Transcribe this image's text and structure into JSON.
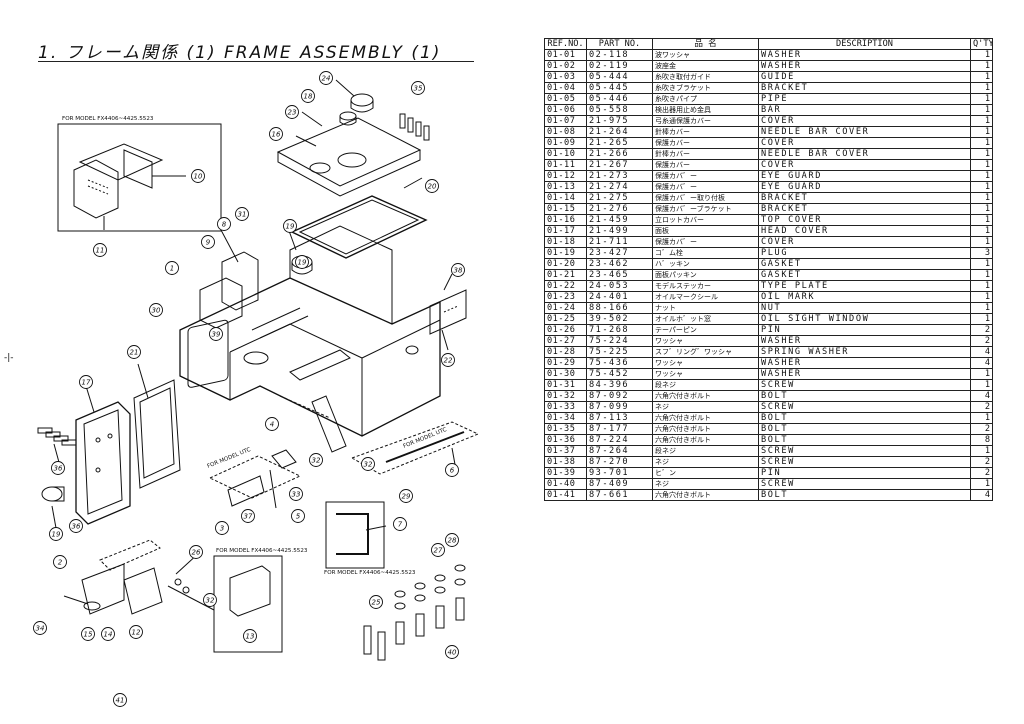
{
  "page": {
    "title": "1. フレーム関係 (1)  FRAME ASSEMBLY (1)",
    "side_mark": "-|-"
  },
  "diagram": {
    "model_labels": {
      "fx_top": "FOR MODEL FX4406~4425.5523",
      "utc_a": "FOR MODEL UTC",
      "utc_b": "FOR MODEL UTC",
      "fx_mid": "FOR MODEL FX4406~4425.5523",
      "fx_bottom": "FOR MODEL FX4406~4425.5523"
    },
    "callouts": [
      {
        "n": "1"
      },
      {
        "n": "2"
      },
      {
        "n": "3"
      },
      {
        "n": "4"
      },
      {
        "n": "5"
      },
      {
        "n": "6"
      },
      {
        "n": "7"
      },
      {
        "n": "8"
      },
      {
        "n": "9"
      },
      {
        "n": "10"
      },
      {
        "n": "11"
      },
      {
        "n": "12"
      },
      {
        "n": "13"
      },
      {
        "n": "14"
      },
      {
        "n": "15"
      },
      {
        "n": "16"
      },
      {
        "n": "17"
      },
      {
        "n": "18"
      },
      {
        "n": "19"
      },
      {
        "n": "19"
      },
      {
        "n": "19"
      },
      {
        "n": "20"
      },
      {
        "n": "21"
      },
      {
        "n": "22"
      },
      {
        "n": "23"
      },
      {
        "n": "24"
      },
      {
        "n": "25"
      },
      {
        "n": "26"
      },
      {
        "n": "27"
      },
      {
        "n": "28"
      },
      {
        "n": "29"
      },
      {
        "n": "30"
      },
      {
        "n": "31"
      },
      {
        "n": "32"
      },
      {
        "n": "32"
      },
      {
        "n": "32"
      },
      {
        "n": "33"
      },
      {
        "n": "34"
      },
      {
        "n": "35"
      },
      {
        "n": "36"
      },
      {
        "n": "36"
      },
      {
        "n": "37"
      },
      {
        "n": "38"
      },
      {
        "n": "39"
      },
      {
        "n": "40"
      },
      {
        "n": "41"
      }
    ]
  },
  "parts_table": {
    "headers": [
      "REF.NO.",
      "PART NO.",
      "品 名",
      "DESCRIPTION",
      "Q'TY"
    ],
    "rows": [
      {
        "ref": "01-01",
        "part": "02-118",
        "jp": "波ワッシャ",
        "desc": "WASHER",
        "qty": "1"
      },
      {
        "ref": "01-02",
        "part": "02-119",
        "jp": "波座金",
        "desc": "WASHER",
        "qty": "1"
      },
      {
        "ref": "01-03",
        "part": "05-444",
        "jp": "糸吹き取付ガイド",
        "desc": "GUIDE",
        "qty": "1"
      },
      {
        "ref": "01-04",
        "part": "05-445",
        "jp": "糸吹きブラケット",
        "desc": "BRACKET",
        "qty": "1"
      },
      {
        "ref": "01-05",
        "part": "05-446",
        "jp": "糸吹きパイプ",
        "desc": "PIPE",
        "qty": "1"
      },
      {
        "ref": "01-06",
        "part": "05-558",
        "jp": "検出器用止め金具",
        "desc": "BAR",
        "qty": "1"
      },
      {
        "ref": "01-07",
        "part": "21-975",
        "jp": "弓糸通保護カバー",
        "desc": "COVER",
        "qty": "1"
      },
      {
        "ref": "01-08",
        "part": "21-264",
        "jp": "針棒カバー",
        "desc": "NEEDLE BAR COVER",
        "qty": "1"
      },
      {
        "ref": "01-09",
        "part": "21-265",
        "jp": "保護カバー",
        "desc": "COVER",
        "qty": "1"
      },
      {
        "ref": "01-10",
        "part": "21-266",
        "jp": "針棒カバー",
        "desc": "NEEDLE BAR COVER",
        "qty": "1"
      },
      {
        "ref": "01-11",
        "part": "21-267",
        "jp": "保護カバー",
        "desc": "COVER",
        "qty": "1"
      },
      {
        "ref": "01-12",
        "part": "21-273",
        "jp": "保護カバ゛ー",
        "desc": "EYE GUARD",
        "qty": "1"
      },
      {
        "ref": "01-13",
        "part": "21-274",
        "jp": "保護カバ゛ー",
        "desc": "EYE GUARD",
        "qty": "1"
      },
      {
        "ref": "01-14",
        "part": "21-275",
        "jp": "保護カバ゛ー取り付板",
        "desc": "BRACKET",
        "qty": "1"
      },
      {
        "ref": "01-15",
        "part": "21-276",
        "jp": "保護カバ゛ーブラケット",
        "desc": "BRACKET",
        "qty": "1"
      },
      {
        "ref": "01-16",
        "part": "21-459",
        "jp": "立ロットカバー",
        "desc": "TOP COVER",
        "qty": "1"
      },
      {
        "ref": "01-17",
        "part": "21-499",
        "jp": "面板",
        "desc": "HEAD COVER",
        "qty": "1"
      },
      {
        "ref": "01-18",
        "part": "21-711",
        "jp": "保護カバ゛ー",
        "desc": "COVER",
        "qty": "1"
      },
      {
        "ref": "01-19",
        "part": "23-427",
        "jp": "コ゛ム栓",
        "desc": "PLUG",
        "qty": "3"
      },
      {
        "ref": "01-20",
        "part": "23-462",
        "jp": "ハ゛ッキン",
        "desc": "GASKET",
        "qty": "1"
      },
      {
        "ref": "01-21",
        "part": "23-465",
        "jp": "面板パッキン",
        "desc": "GASKET",
        "qty": "1"
      },
      {
        "ref": "01-22",
        "part": "24-053",
        "jp": "モデルステッカー",
        "desc": "TYPE PLATE",
        "qty": "1"
      },
      {
        "ref": "01-23",
        "part": "24-401",
        "jp": "オイルマークシール",
        "desc": "OIL MARK",
        "qty": "1"
      },
      {
        "ref": "01-24",
        "part": "88-166",
        "jp": "ナット",
        "desc": "NUT",
        "qty": "1"
      },
      {
        "ref": "01-25",
        "part": "39-502",
        "jp": "オイルホ゛ット窓",
        "desc": "OIL SIGHT WINDOW",
        "qty": "1"
      },
      {
        "ref": "01-26",
        "part": "71-268",
        "jp": "テーパーピン",
        "desc": "PIN",
        "qty": "2"
      },
      {
        "ref": "01-27",
        "part": "75-224",
        "jp": "ワッシャ",
        "desc": "WASHER",
        "qty": "2"
      },
      {
        "ref": "01-28",
        "part": "75-225",
        "jp": "スフ゛リング゛ワッシャ",
        "desc": "SPRING WASHER",
        "qty": "4"
      },
      {
        "ref": "01-29",
        "part": "75-436",
        "jp": "ワッシャ",
        "desc": "WASHER",
        "qty": "4"
      },
      {
        "ref": "01-30",
        "part": "75-452",
        "jp": "ワッシャ",
        "desc": "WASHER",
        "qty": "1"
      },
      {
        "ref": "01-31",
        "part": "84-396",
        "jp": "段ネジ",
        "desc": "SCREW",
        "qty": "1"
      },
      {
        "ref": "01-32",
        "part": "87-092",
        "jp": "六角穴付きボルト",
        "desc": "BOLT",
        "qty": "4"
      },
      {
        "ref": "01-33",
        "part": "87-099",
        "jp": "ネジ",
        "desc": "SCREW",
        "qty": "2"
      },
      {
        "ref": "01-34",
        "part": "87-113",
        "jp": "六角穴付きボルト",
        "desc": "BOLT",
        "qty": "1"
      },
      {
        "ref": "01-35",
        "part": "87-177",
        "jp": "六角穴付きボルト",
        "desc": "BOLT",
        "qty": "2"
      },
      {
        "ref": "01-36",
        "part": "87-224",
        "jp": "六角穴付きボルト",
        "desc": "BOLT",
        "qty": "8"
      },
      {
        "ref": "01-37",
        "part": "87-264",
        "jp": "段ネジ",
        "desc": "SCREW",
        "qty": "1"
      },
      {
        "ref": "01-38",
        "part": "87-270",
        "jp": "ネジ",
        "desc": "SCREW",
        "qty": "2"
      },
      {
        "ref": "01-39",
        "part": "93-701",
        "jp": "ヒ゛ン",
        "desc": "PIN",
        "qty": "2"
      },
      {
        "ref": "01-40",
        "part": "87-409",
        "jp": "ネジ",
        "desc": "SCREW",
        "qty": "1"
      },
      {
        "ref": "01-41",
        "part": "87-661",
        "jp": "六角穴付きボルト",
        "desc": "BOLT",
        "qty": "4"
      }
    ]
  }
}
